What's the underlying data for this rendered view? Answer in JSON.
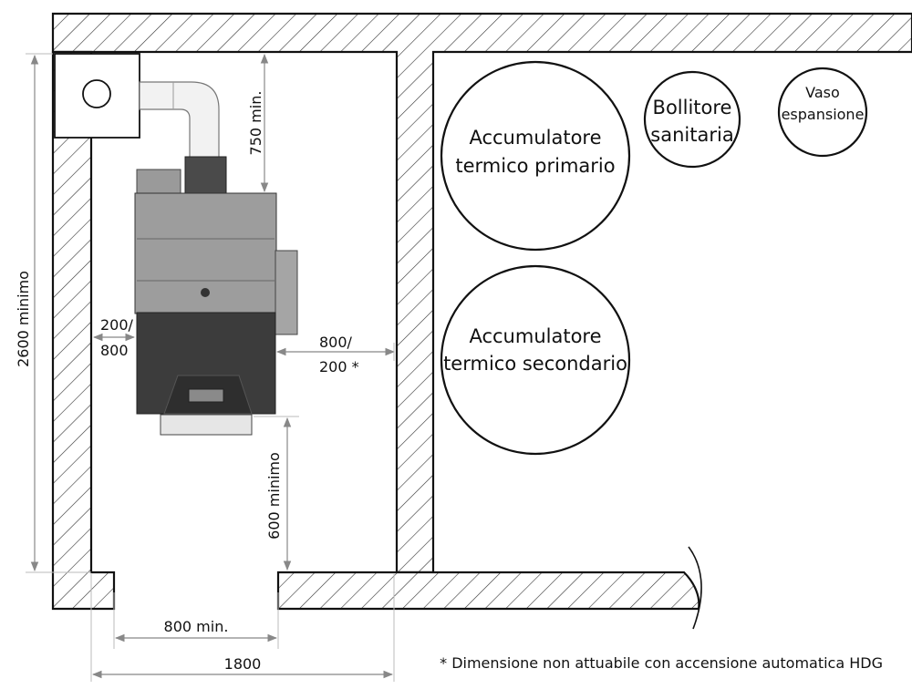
{
  "tanks": {
    "primary": [
      "Accumulatore",
      "termico primario"
    ],
    "secondary": [
      "Accumulatore",
      "termico secondario"
    ],
    "boiler": [
      "Bollitore",
      "sanitaria"
    ],
    "expansion": [
      "Vaso",
      "espansione"
    ]
  },
  "dimensions": {
    "flue_clearance": "750 min.",
    "left_clearance": [
      "200/",
      "800"
    ],
    "right_clearance": [
      "800/",
      "200 *"
    ],
    "front_clearance": "600 minimo",
    "door_width": "800 min.",
    "room_width": "1800",
    "room_height": "2600 minimo"
  },
  "footnote": "* Dimensione non attuabile con accensione automatica HDG"
}
